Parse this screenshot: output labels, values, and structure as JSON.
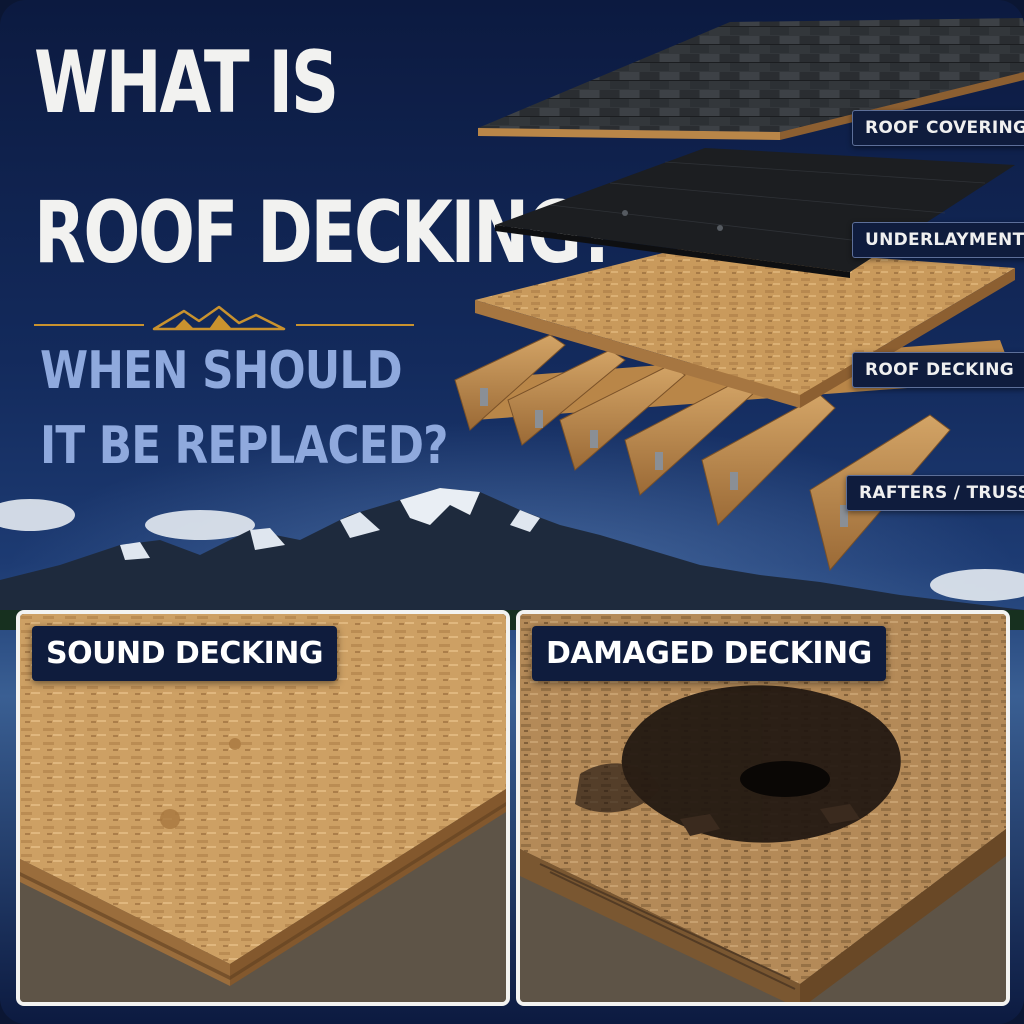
{
  "title": {
    "line1": "WHAT IS",
    "line2": "ROOF DECKING?"
  },
  "subtitle": {
    "line1": "WHEN SHOULD",
    "line2": "IT BE REPLACED?"
  },
  "layers": {
    "covering": "ROOF COVERING",
    "underlayment": "UNDERLAYMENT",
    "decking": "ROOF DECKING",
    "rafters": "RAFTERS / TRUSSES"
  },
  "panels": {
    "sound": "SOUND DECKING",
    "damaged": "DAMAGED DECKING"
  },
  "colors": {
    "navy": "#0f1c3d",
    "title_white": "#f2f2f0",
    "subtitle_blue": "#8fa9dd",
    "accent_gold": "#c9922e",
    "osb_tan": "#c9995a",
    "shingle_dark": "#2f3337"
  },
  "icons": {
    "divider": "mountain-icon"
  }
}
